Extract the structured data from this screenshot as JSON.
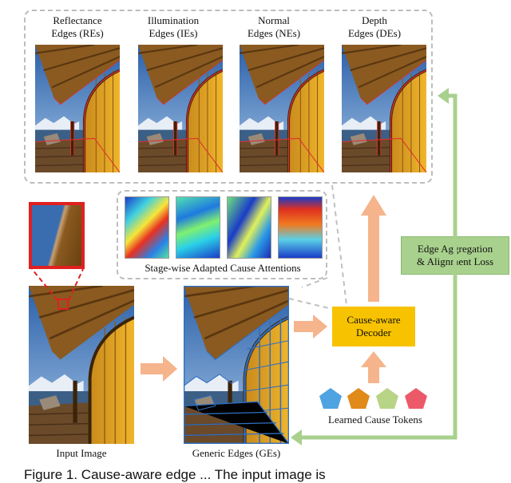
{
  "cause_edges": [
    {
      "line1": "Reflectance",
      "line2": "Edges (REs)"
    },
    {
      "line1": "Illumination",
      "line2": "Edges (IEs)"
    },
    {
      "line1": "Normal",
      "line2": "Edges (NEs)"
    },
    {
      "line1": "Depth",
      "line2": "Edges (DEs)"
    }
  ],
  "attention_label": "Stage-wise Adapted Cause Attentions",
  "decoder_label": {
    "line1": "Cause-aware",
    "line2": "Decoder"
  },
  "loss_label": {
    "line1": "Edge Aggregation",
    "line2": "& Alignment Loss"
  },
  "tokens_label": "Learned Cause Tokens",
  "input_label": "Input Image",
  "generic_label": "Generic Edges (GEs)",
  "caption_text": "Figure 1. Cause-aware edge ... The input image is",
  "colors": {
    "edge_red": "#e03030",
    "edge_blue": "#2f6fc0",
    "arrow_orange": "#f5b48c",
    "arrow_green": "#a9d18e",
    "decoder_fill": "#f7c300",
    "loss_fill": "#a9d18e",
    "token_colors": [
      "#4fa3e0",
      "#e08a1a",
      "#b8d486",
      "#ec5a6a"
    ]
  }
}
